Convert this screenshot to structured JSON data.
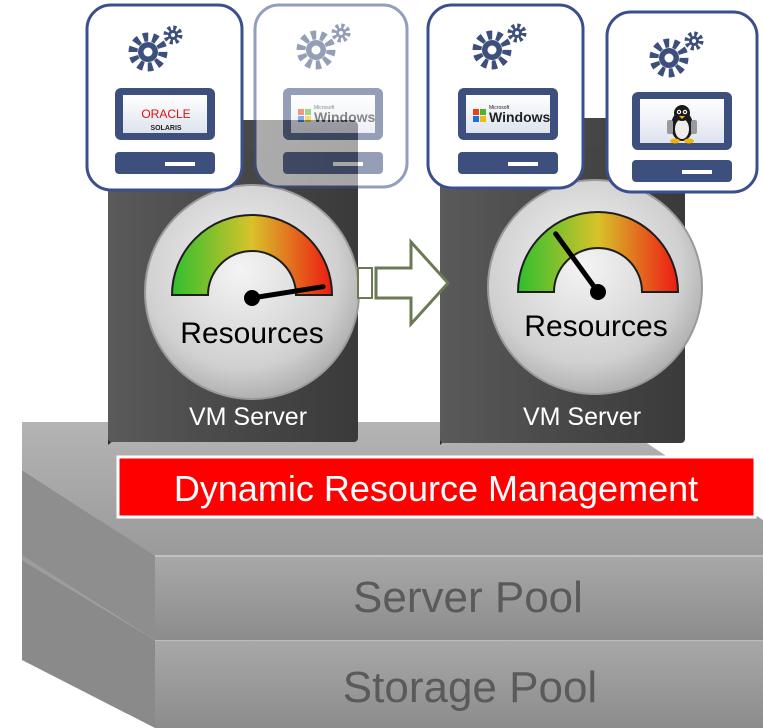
{
  "layers": {
    "storage_pool": "Storage Pool",
    "server_pool": "Server Pool"
  },
  "banner": {
    "text": "Dynamic Resource Management",
    "background": "#ff0000",
    "text_color": "#ffffff"
  },
  "servers": [
    {
      "label": "VM Server",
      "gauge_label": "Resources",
      "load": 0.95,
      "vms": [
        {
          "os": "ORACLE",
          "os_sub": "SOLARIS",
          "icon": "gear-icon",
          "dimmed": false
        },
        {
          "os": "Windows",
          "os_sub": "Microsoft",
          "icon": "gear-icon",
          "dimmed": true
        }
      ]
    },
    {
      "label": "VM Server",
      "gauge_label": "Resources",
      "load": 0.3,
      "vms": [
        {
          "os": "Windows",
          "os_sub": "Microsoft",
          "icon": "gear-icon",
          "dimmed": false
        },
        {
          "os": "",
          "os_sub": "",
          "icon": "tux-linux-icon",
          "dimmed": false
        }
      ]
    }
  ],
  "migration_arrow": {
    "icon": "hollow-right-arrow-icon"
  },
  "colors": {
    "server_body": "#4a4a4a",
    "slab": "#a0a0a0",
    "vm_border": "#3b4f8c",
    "accent_green": "#3ab53a",
    "accent_red": "#e81919"
  }
}
